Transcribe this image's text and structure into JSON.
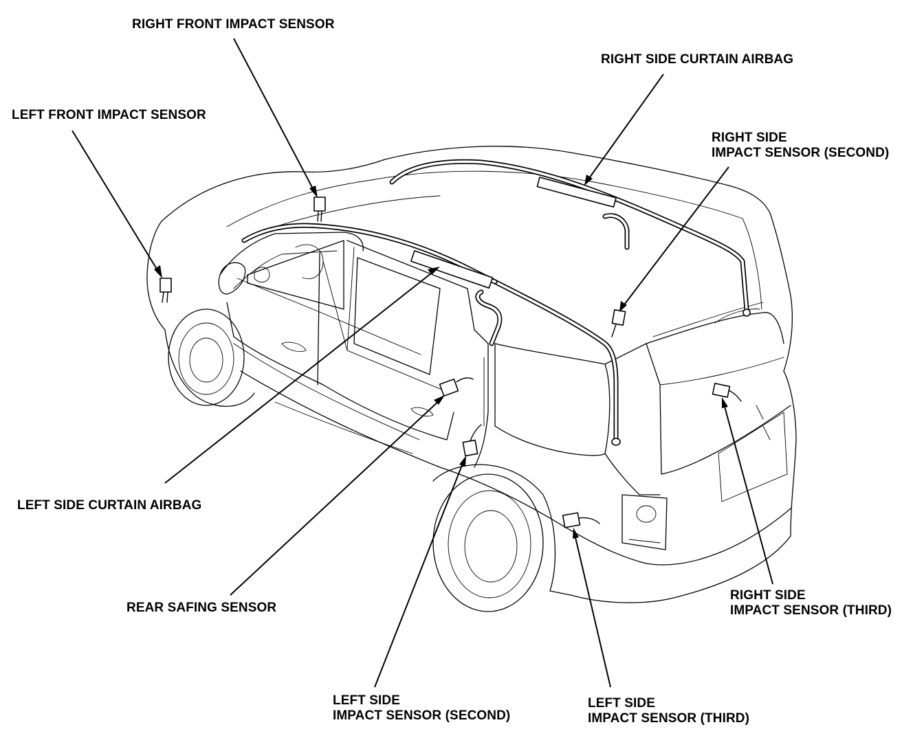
{
  "labels": {
    "right_front_impact_sensor": "RIGHT FRONT IMPACT SENSOR",
    "left_front_impact_sensor": "LEFT FRONT IMPACT SENSOR",
    "right_side_curtain_airbag": "RIGHT SIDE CURTAIN AIRBAG",
    "right_side_impact_sensor_second": [
      "RIGHT SIDE",
      "IMPACT SENSOR (SECOND)"
    ],
    "left_side_curtain_airbag": "LEFT SIDE CURTAIN AIRBAG",
    "rear_safing_sensor": "REAR SAFING SENSOR",
    "right_side_impact_sensor_third": [
      "RIGHT SIDE",
      "IMPACT SENSOR (THIRD)"
    ],
    "left_side_impact_sensor_second": [
      "LEFT SIDE",
      "IMPACT SENSOR (SECOND)"
    ],
    "left_side_impact_sensor_third": [
      "LEFT SIDE",
      "IMPACT SENSOR (THIRD)"
    ]
  },
  "colors": {
    "line": "#000000",
    "background": "#ffffff"
  }
}
